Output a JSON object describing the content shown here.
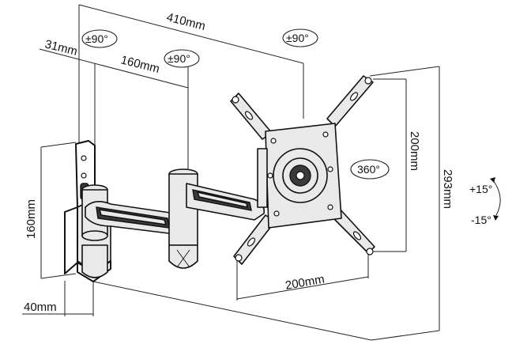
{
  "dimensions": {
    "overall_length": "410mm",
    "wall_offset": "31mm",
    "arm_length": "160mm",
    "plate_height": "160mm",
    "plate_depth": "40mm",
    "vesa_vertical": "200mm",
    "vesa_horizontal": "200mm",
    "overall_height": "293mm"
  },
  "angles": {
    "wall_swivel": "±90°",
    "arm_swivel": "±90°",
    "head_swivel": "±90°",
    "rotation": "360°",
    "tilt_up": "+15°",
    "tilt_down": "-15°"
  }
}
